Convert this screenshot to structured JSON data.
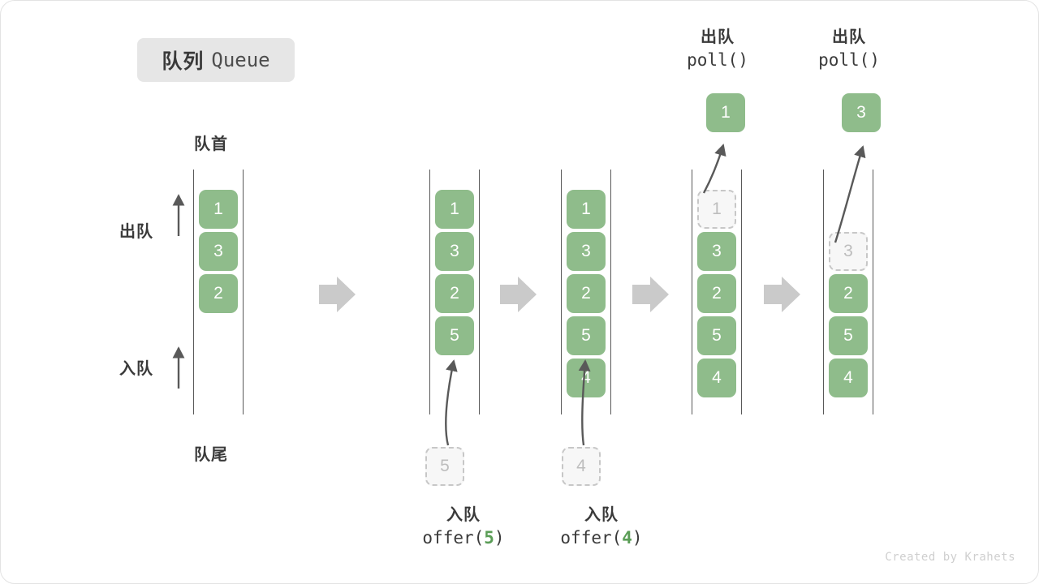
{
  "title": {
    "cn": "队列",
    "en": "Queue"
  },
  "colors": {
    "cell_fill": "#8fbc8b",
    "cell_text": "#ffffff",
    "ghost_fill": "#f7f7f7",
    "ghost_border": "#c7c7c7",
    "ghost_text": "#bdbdbd",
    "rail": "#595959",
    "arrow": "#595959",
    "step_arrow": "#cccccc",
    "badge_bg": "#e6e6e6",
    "text": "#3a3a3a",
    "accent_green": "#5a9d56"
  },
  "annotations": {
    "head": "队首",
    "tail": "队尾",
    "dequeue_side": "出队",
    "enqueue_side": "入队"
  },
  "operations": {
    "offer_5": {
      "cn": "入队",
      "code_prefix": "offer(",
      "arg": "5",
      "code_suffix": ")"
    },
    "offer_4": {
      "cn": "入队",
      "code_prefix": "offer(",
      "arg": "4",
      "code_suffix": ")"
    },
    "poll_1": {
      "cn": "出队",
      "code": "poll()"
    },
    "poll_3": {
      "cn": "出队",
      "code": "poll()"
    }
  },
  "columns": [
    {
      "id": "initial",
      "cells": [
        {
          "value": "1",
          "state": "solid"
        },
        {
          "value": "3",
          "state": "solid"
        },
        {
          "value": "2",
          "state": "solid"
        }
      ]
    },
    {
      "id": "after-offer-5",
      "cells": [
        {
          "value": "1",
          "state": "solid"
        },
        {
          "value": "3",
          "state": "solid"
        },
        {
          "value": "2",
          "state": "solid"
        },
        {
          "value": "5",
          "state": "solid"
        }
      ],
      "staged": {
        "value": "5"
      }
    },
    {
      "id": "after-offer-4",
      "cells": [
        {
          "value": "1",
          "state": "solid"
        },
        {
          "value": "3",
          "state": "solid"
        },
        {
          "value": "2",
          "state": "solid"
        },
        {
          "value": "5",
          "state": "solid"
        },
        {
          "value": "4",
          "state": "solid"
        }
      ],
      "staged": {
        "value": "4"
      }
    },
    {
      "id": "after-poll-1",
      "cells": [
        {
          "value": "1",
          "state": "ghost"
        },
        {
          "value": "3",
          "state": "solid"
        },
        {
          "value": "2",
          "state": "solid"
        },
        {
          "value": "5",
          "state": "solid"
        },
        {
          "value": "4",
          "state": "solid"
        }
      ],
      "popped": {
        "value": "1"
      }
    },
    {
      "id": "after-poll-3",
      "cells": [
        {
          "value": "3",
          "state": "ghost"
        },
        {
          "value": "2",
          "state": "solid"
        },
        {
          "value": "5",
          "state": "solid"
        },
        {
          "value": "4",
          "state": "solid"
        }
      ],
      "popped": {
        "value": "3"
      },
      "ghost_row_offset": 1
    }
  ],
  "credit": "Created by Krahets"
}
